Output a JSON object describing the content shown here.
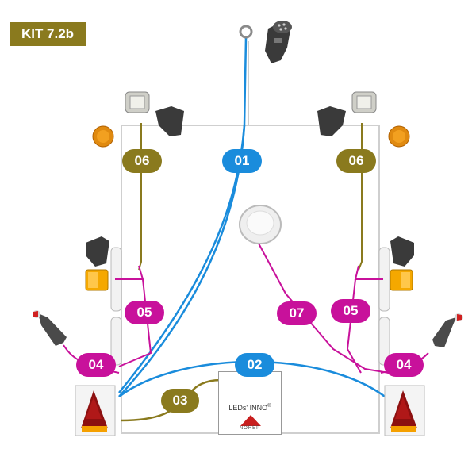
{
  "kit_label": "KIT 7.2b",
  "colors": {
    "badge": "#8a7a1e",
    "blue": "#1a8cdc",
    "olive": "#8a7a1e",
    "magenta": "#c8119b"
  },
  "cable_labels": {
    "c01": "01",
    "c02": "02",
    "c03": "03",
    "c04_left": "04",
    "c04_right": "04",
    "c05_left": "05",
    "c05_right": "05",
    "c06_left": "06",
    "c06_right": "06",
    "c07": "07"
  },
  "logo": {
    "name": "LEDs' INNO",
    "registered": "®",
    "sub": "NOREP"
  },
  "icons": {
    "connector": "trailer-plug-icon",
    "lamp": "tail-lamp-icon",
    "marker": "side-marker-icon",
    "reflector": "orange-reflector-icon",
    "plate_light": "plate-light-icon",
    "interior_light": "dome-light-icon",
    "stalk": "stalk-marker-icon",
    "bracket": "mounting-bracket-icon"
  }
}
